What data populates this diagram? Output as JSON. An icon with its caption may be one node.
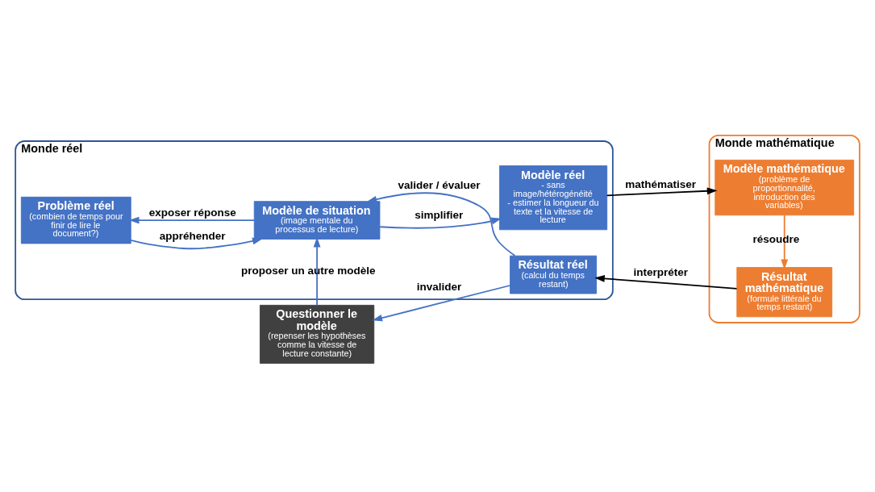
{
  "diagram": {
    "nodes": [
      {
        "text": [
          "Monde réel"
        ]
      },
      {
        "text": [
          "Problème réel",
          "(combien de temps pour finir de lire le document?)"
        ],
        "in": 0
      },
      {
        "text": [
          "Modèle de situation",
          "(image mentale du processus de lecture)"
        ],
        "in": 0
      },
      {
        "text": [
          "Modèle réel",
          "- sans image/hétérogénéité",
          "- estimer la longueur du texte et la vitesse de lecture"
        ],
        "in": 0
      },
      {
        "text": [
          "Résultat réel",
          "(calcul du temps restant)"
        ],
        "in": 0
      },
      {
        "text": [
          "Questionner le modèle",
          "(repenser les hypothèses comme la vitesse de lecture constante)"
        ]
      },
      {
        "text": [
          "Monde mathématique"
        ]
      },
      {
        "text": [
          "Modèle mathématique",
          "(problème de proportionnalité, introduction des variables)"
        ],
        "in": 6
      },
      {
        "text": [
          "Résultat mathématique",
          "(formule littérale du temps restant)"
        ],
        "in": 6
      }
    ],
    "edges": [
      {
        "from": 1,
        "to": 2,
        "arrow": "to",
        "label": "appréhender"
      },
      {
        "from": 2,
        "to": 1,
        "arrow": "to",
        "label": "exposer réponse"
      },
      {
        "from": 2,
        "to": 3,
        "arrow": "to",
        "label": "simplifier"
      },
      {
        "from": 3,
        "to": 7,
        "arrow": "to",
        "label": "mathématiser",
        "color": "#000000"
      },
      {
        "from": 7,
        "to": 8,
        "arrow": "to",
        "label": "résoudre",
        "color": "#ed7d31"
      },
      {
        "from": 8,
        "to": 4,
        "arrow": "to",
        "label": "interpréter",
        "color": "#000000"
      },
      {
        "from": 4,
        "to": 2,
        "arrow": "to",
        "label": "valider / évaluer"
      },
      {
        "from": 4,
        "to": 5,
        "arrow": "to",
        "label": "invalider"
      },
      {
        "from": 5,
        "to": 2,
        "arrow": "to",
        "label": "proposer un autre modèle"
      }
    ]
  }
}
